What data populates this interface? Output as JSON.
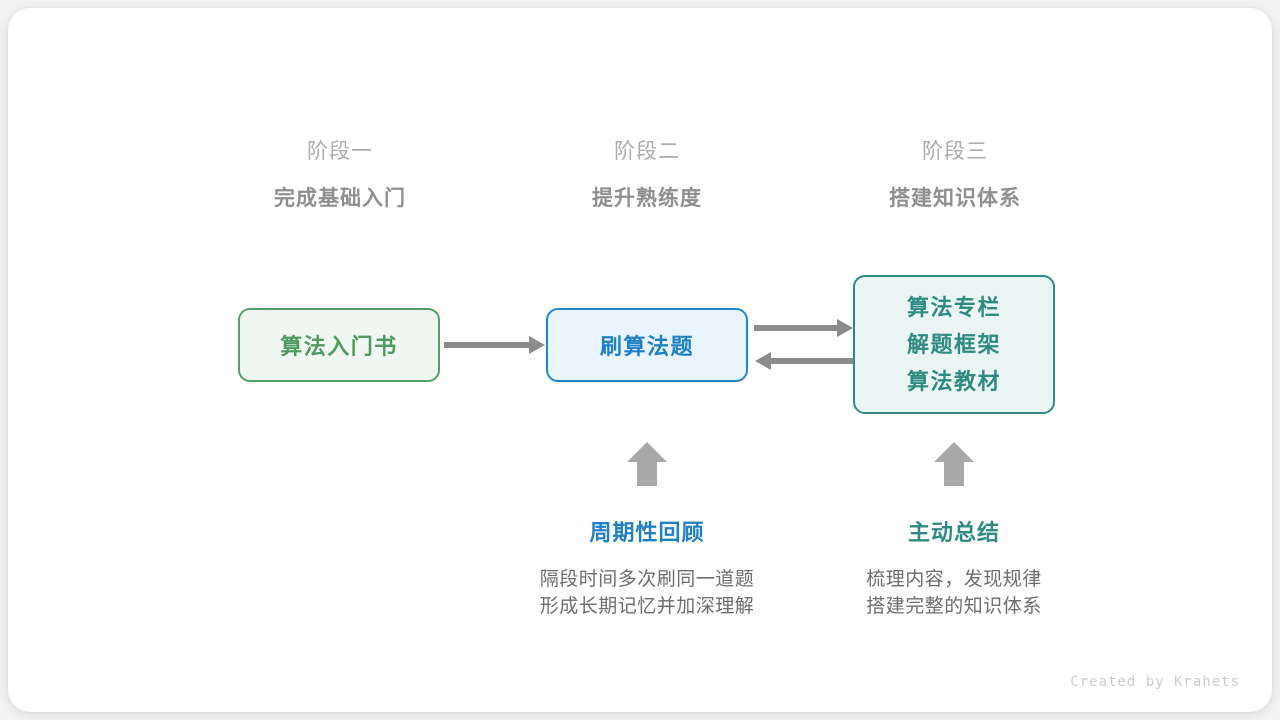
{
  "diagram": {
    "title_credit": "Created by Krahets",
    "colors": {
      "green": "#4f9a60",
      "green_border": "#55a06a",
      "green_fill": "#f0f7f1",
      "blue": "#1f80c6",
      "blue_border": "#2486ce",
      "blue_fill": "#e9f4fc",
      "teal": "#2f8b82",
      "teal_fill": "#eaf4f2",
      "gray_text": "#8f8f8f",
      "gray_light": "#adadad",
      "arrow_gray": "#8c8c8c",
      "block_arrow_gray": "#a8a8a8"
    },
    "stages": [
      {
        "index": "阶段一",
        "title": "完成基础入门"
      },
      {
        "index": "阶段二",
        "title": "提升熟练度"
      },
      {
        "index": "阶段三",
        "title": "搭建知识体系"
      }
    ],
    "nodes": {
      "book": {
        "label": "算法入门书"
      },
      "practice": {
        "label": "刷算法题"
      },
      "knowledge": {
        "lines": [
          "算法专栏",
          "解题框架",
          "算法教材"
        ]
      }
    },
    "arrows": [
      {
        "name": "book-to-practice",
        "direction": "right"
      },
      {
        "name": "practice-to-knowledge",
        "direction": "right"
      },
      {
        "name": "knowledge-to-practice",
        "direction": "left"
      },
      {
        "name": "review-up",
        "direction": "up"
      },
      {
        "name": "summary-up",
        "direction": "up"
      }
    ],
    "annotations": [
      {
        "title": "周期性回顾",
        "lines": [
          "隔段时间多次刷同一道题",
          "形成长期记忆并加深理解"
        ]
      },
      {
        "title": "主动总结",
        "lines": [
          "梳理内容，发现规律",
          "搭建完整的知识体系"
        ]
      }
    ]
  }
}
